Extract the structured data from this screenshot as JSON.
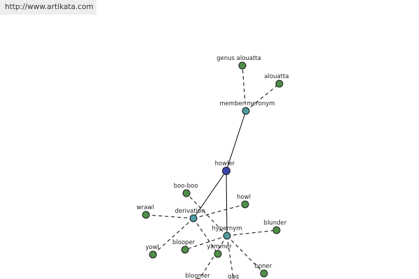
{
  "header": {
    "url_text": "http://www.artikata.com"
  },
  "colors": {
    "center": "#3b48a8",
    "relation": "#4f9aa0",
    "word": "#4f8f48"
  },
  "graph": {
    "nodes": [
      {
        "id": "howler",
        "label": "howler",
        "kind": "center"
      },
      {
        "id": "member-meronym",
        "label": "member meronym",
        "kind": "relation"
      },
      {
        "id": "derivation",
        "label": "derivation",
        "kind": "relation"
      },
      {
        "id": "hypernym",
        "label": "hypernym",
        "kind": "relation"
      },
      {
        "id": "genus-alouatta",
        "label": "genus alouatta",
        "kind": "word"
      },
      {
        "id": "alouatta",
        "label": "alouatta",
        "kind": "word"
      },
      {
        "id": "boo-boo",
        "label": "boo-boo",
        "kind": "word"
      },
      {
        "id": "howl",
        "label": "howl",
        "kind": "word"
      },
      {
        "id": "wrawl",
        "label": "wrawl",
        "kind": "word"
      },
      {
        "id": "yowl",
        "label": "yowl",
        "kind": "word"
      },
      {
        "id": "blooper",
        "label": "blooper",
        "kind": "word"
      },
      {
        "id": "yammer",
        "label": "yammer",
        "kind": "word"
      },
      {
        "id": "blunder",
        "label": "blunder",
        "kind": "word"
      },
      {
        "id": "boner",
        "label": "boner",
        "kind": "word"
      },
      {
        "id": "bloomer",
        "label": "bloomer",
        "kind": "word"
      },
      {
        "id": "gag",
        "label": "gag",
        "kind": "word"
      }
    ],
    "edges": [
      {
        "from": "howler",
        "to": "member-meronym",
        "style": "solid"
      },
      {
        "from": "howler",
        "to": "derivation",
        "style": "solid"
      },
      {
        "from": "howler",
        "to": "hypernym",
        "style": "solid"
      },
      {
        "from": "member-meronym",
        "to": "genus-alouatta",
        "style": "dashed"
      },
      {
        "from": "member-meronym",
        "to": "alouatta",
        "style": "dashed"
      },
      {
        "from": "derivation",
        "to": "wrawl",
        "style": "dashed"
      },
      {
        "from": "derivation",
        "to": "howl",
        "style": "dashed"
      },
      {
        "from": "derivation",
        "to": "yowl",
        "style": "dashed"
      },
      {
        "from": "derivation",
        "to": "yammer",
        "style": "dashed"
      },
      {
        "from": "hypernym",
        "to": "boo-boo",
        "style": "dashed"
      },
      {
        "from": "hypernym",
        "to": "blunder",
        "style": "dashed"
      },
      {
        "from": "hypernym",
        "to": "blooper",
        "style": "dashed"
      },
      {
        "from": "hypernym",
        "to": "boner",
        "style": "dashed"
      },
      {
        "from": "hypernym",
        "to": "bloomer",
        "style": "dashed"
      },
      {
        "from": "hypernym",
        "to": "gag",
        "style": "dashed"
      }
    ]
  }
}
